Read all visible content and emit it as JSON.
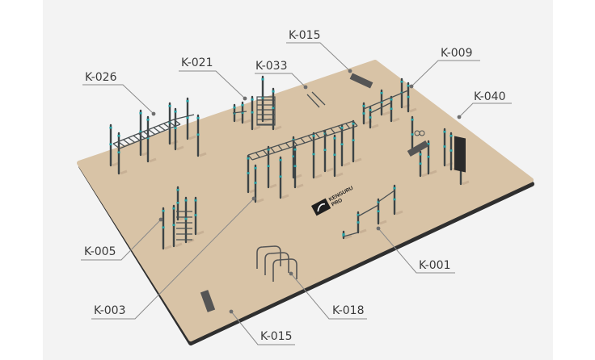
{
  "brand": {
    "name": "KENGURU",
    "sub": "PRO"
  },
  "labels": [
    {
      "code": "K-015"
    },
    {
      "code": "K-009"
    },
    {
      "code": "K-040"
    },
    {
      "code": "K-033"
    },
    {
      "code": "K-021"
    },
    {
      "code": "K-026"
    },
    {
      "code": "K-005"
    },
    {
      "code": "K-003"
    },
    {
      "code": "K-015"
    },
    {
      "code": "K-018"
    },
    {
      "code": "K-001"
    }
  ],
  "colors": {
    "surface": "#d8c3a6",
    "edge": "#2f2f2f",
    "accent": "#2aa3a8",
    "background": "#f3f3f3"
  }
}
